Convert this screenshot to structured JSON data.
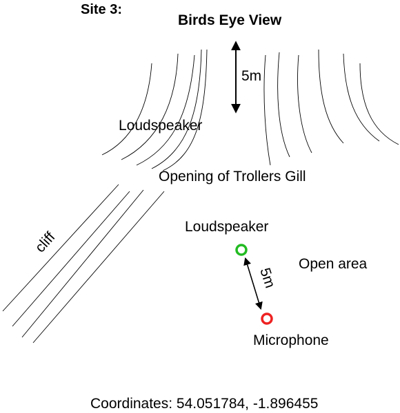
{
  "site_label": "Site 3:",
  "view_title": "Birds Eye View",
  "labels": {
    "loudspeaker_top": "Loudspeaker",
    "opening": "Opening of Trollers Gill",
    "cliff": "cliff",
    "loudspeaker_bottom": "Loudspeaker",
    "open_area": "Open area",
    "microphone": "Microphone",
    "distance_top": "5m",
    "distance_bottom": "5m"
  },
  "coordinates": "Coordinates: 54.051784, -1.896455",
  "colors": {
    "ink": "#000000",
    "loudspeaker_marker": "#22bb22",
    "microphone_marker": "#ee2222"
  }
}
